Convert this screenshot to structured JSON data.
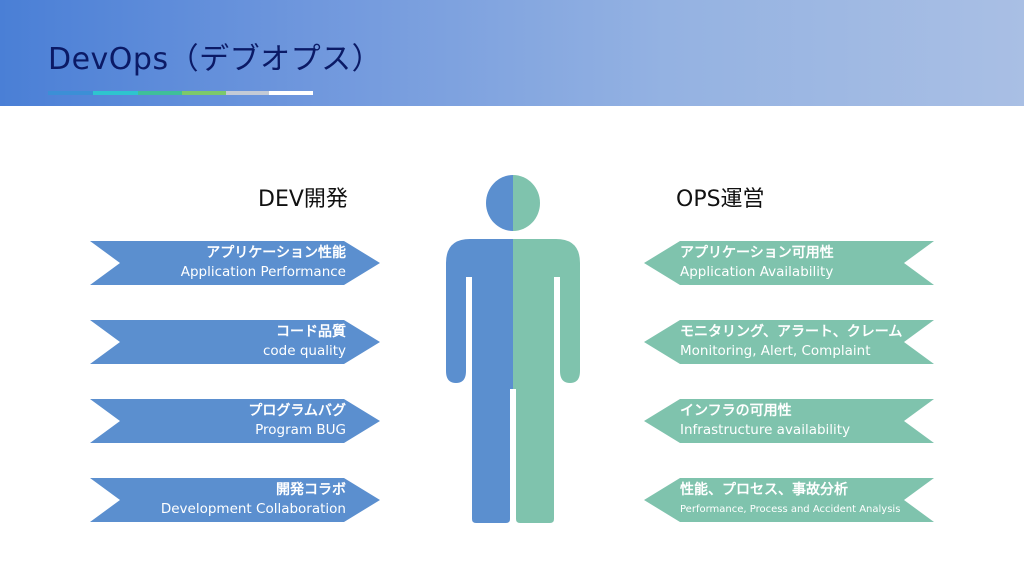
{
  "slide": {
    "title": "DevOps（デブオプス）",
    "accent_colors": [
      "#3c8fd6",
      "#2ec4cf",
      "#3fbf9a",
      "#7cc96b",
      "#c3cad6",
      "#ffffff"
    ]
  },
  "dev": {
    "heading": "DEV開発",
    "color": "#5b8fcf",
    "items": [
      {
        "jp": "アプリケーション性能",
        "en": "Application Performance"
      },
      {
        "jp": "コード品質",
        "en": "code quality"
      },
      {
        "jp": "プログラムバグ",
        "en": "Program BUG"
      },
      {
        "jp": "開発コラボ",
        "en": "Development Collaboration"
      }
    ]
  },
  "ops": {
    "heading": "OPS運営",
    "color": "#7fc3ad",
    "items": [
      {
        "jp": "アプリケーション可用性",
        "en": "Application Availability"
      },
      {
        "jp": "モニタリング、アラート、クレーム",
        "en": "Monitoring, Alert, Complaint"
      },
      {
        "jp": "インフラの可用性",
        "en": "Infrastructure availability"
      },
      {
        "jp": "性能、プロセス、事故分析",
        "en": "Performance, Process and Accident Analysis"
      }
    ]
  },
  "figure": {
    "left_color": "#5b8fcf",
    "right_color": "#7fc3ad",
    "icon": "person-icon"
  }
}
